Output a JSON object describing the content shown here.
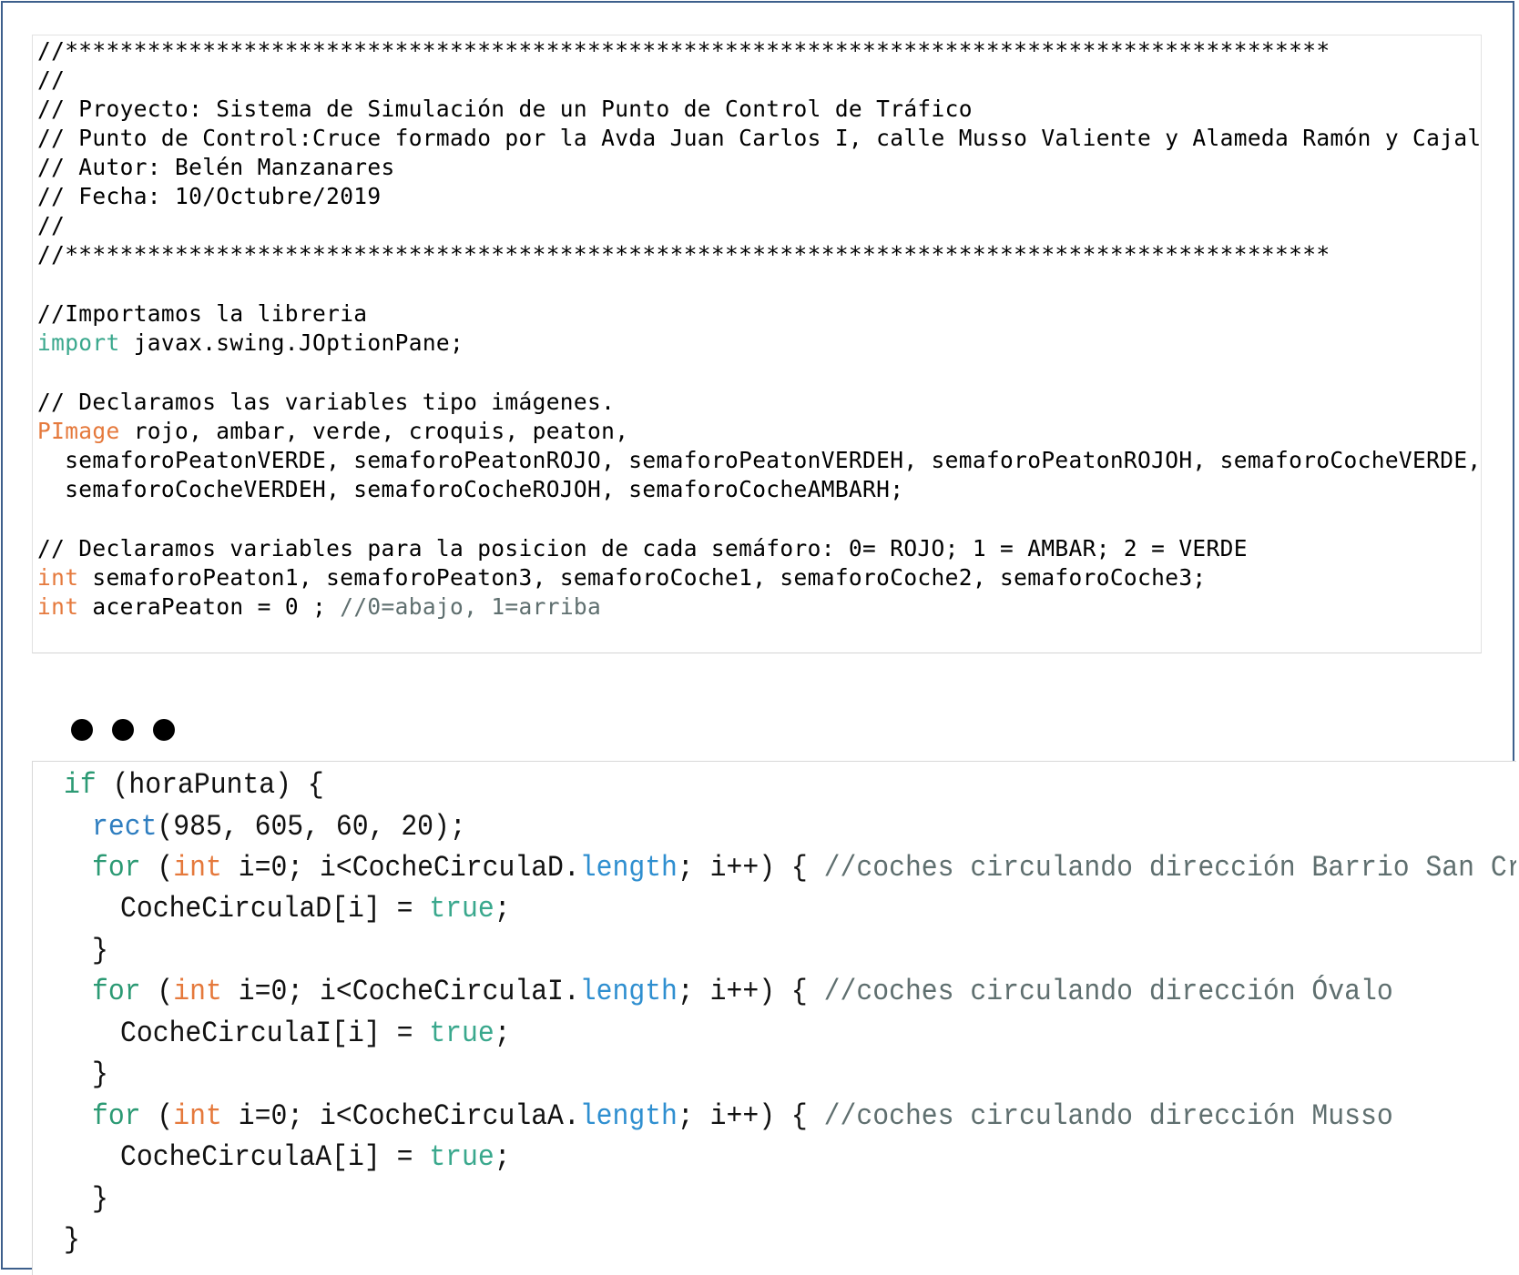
{
  "top_code": {
    "header_stars": "//********************************************************************************************",
    "blank_comment": "//",
    "proyecto": "// Proyecto: Sistema de Simulación de un Punto de Control de Tráfico",
    "punto": "// Punto de Control:Cruce formado por la Avda Juan Carlos I, calle Musso Valiente y Alameda Ramón y Cajal.",
    "autor": "// Autor: Belén Manzanares",
    "fecha": "// Fecha: 10/Octubre/2019",
    "import_comment": "//Importamos la libreria",
    "import_kw": "import",
    "import_rest": " javax.swing.JOptionPane;",
    "decl_img_comment": "// Declaramos las variables tipo imágenes.",
    "pimage_kw": "PImage",
    "pimage_rest": " rojo, ambar, verde, croquis, peaton,",
    "pimage_line2": "  semaforoPeatonVERDE, semaforoPeatonROJO, semaforoPeatonVERDEH, semaforoPeatonROJOH, semaforoCocheVERDE,",
    "pimage_line3": "  semaforoCocheVERDEH, semaforoCocheROJOH, semaforoCocheAMBARH;",
    "decl_pos_comment": "// Declaramos variables para la posicion de cada semáforo: 0= ROJO; 1 = AMBAR; 2 = VERDE",
    "int_kw": "int",
    "int_rest1": " semaforoPeaton1, semaforoPeaton3, semaforoCoche1, semaforoCoche2, semaforoCoche3;",
    "int_rest2": " aceraPeaton = 0 ; ",
    "int_comment2": "//0=abajo, 1=arriba"
  },
  "bottom_code": {
    "if_kw": "if",
    "if_rest": " (horaPunta) {",
    "rect_fn": "rect",
    "rect_rest": "(985, 605, 60, 20);",
    "for_kw": "for",
    "paren_open": " (",
    "int_kw": "int",
    "loop_mid_d": " i=0; i<CocheCirculaD.",
    "loop_mid_i": " i=0; i<CocheCirculaI.",
    "loop_mid_a": " i=0; i<CocheCirculaA.",
    "length_kw": "length",
    "loop_end": "; i++) { ",
    "comment_d": "//coches circulando dirección Barrio San Cristobal",
    "comment_i": "//coches circulando dirección Óvalo",
    "comment_a": "//coches circulando dirección Musso",
    "assign_d": "CocheCirculaD[i] = ",
    "assign_i": "CocheCirculaI[i] = ",
    "assign_a": "CocheCirculaA[i] = ",
    "true_kw": "true",
    "semicolon": ";",
    "close_brace": "}"
  },
  "colors": {
    "frame_border": "#3d5f8c",
    "comment": "#5f6f6f",
    "keyword": "#3aa88d",
    "type": "#e5793c",
    "function": "#2f7ec0"
  }
}
